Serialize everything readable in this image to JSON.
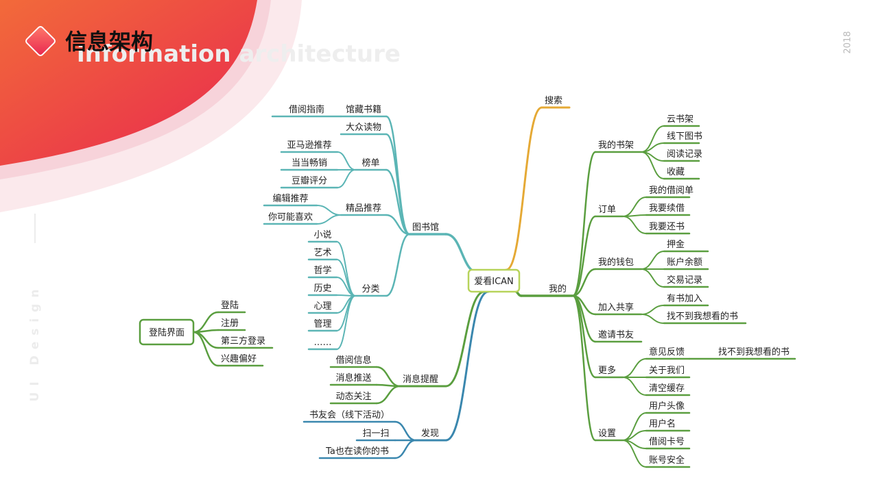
{
  "header": {
    "title": "信息架构",
    "subtitle": "information architecture",
    "year": "2018",
    "side_label": "UI Design"
  },
  "colors": {
    "teal": "#5bb5b5",
    "green": "#5a9e3f",
    "orange": "#e5a935",
    "blue": "#3a87ae",
    "banner_start": "#f0613a",
    "banner_end": "#e8264f"
  },
  "mindmap": {
    "center": "爱看ICAN",
    "login": {
      "root": "登陆界面",
      "items": [
        "登陆",
        "注册",
        "第三方登录",
        "兴趣偏好"
      ]
    },
    "search": "搜索",
    "library": {
      "label": "图书馆",
      "collection": {
        "label": "馆藏书籍",
        "items": [
          "借阅指南"
        ]
      },
      "popular": "大众读物",
      "ranking": {
        "label": "榜单",
        "items": [
          "亚马逊推荐",
          "当当畅销",
          "豆瓣评分"
        ]
      },
      "featured": {
        "label": "精品推荐",
        "items": [
          "编辑推荐",
          "你可能喜欢"
        ]
      },
      "category": {
        "label": "分类",
        "items": [
          "小说",
          "艺术",
          "哲学",
          "历史",
          "心理",
          "管理",
          "……"
        ]
      }
    },
    "messages": {
      "label": "消息提醒",
      "items": [
        "借阅信息",
        "消息推送",
        "动态关注"
      ]
    },
    "discover": {
      "label": "发现",
      "items": [
        "书友会（线下活动）",
        "扫一扫",
        "Ta也在读你的书"
      ]
    },
    "mine": {
      "label": "我的",
      "shelf": {
        "label": "我的书架",
        "items": [
          "云书架",
          "线下图书",
          "阅读记录",
          "收藏"
        ]
      },
      "orders": {
        "label": "订单",
        "items": [
          "我的借阅单",
          "我要续借",
          "我要还书"
        ]
      },
      "wallet": {
        "label": "我的钱包",
        "items": [
          "押金",
          "账户余额",
          "交易记录"
        ]
      },
      "share": {
        "label": "加入共享",
        "items": [
          "有书加入",
          "找不到我想看的书"
        ]
      },
      "invite": "邀请书友",
      "more": {
        "label": "更多",
        "items": [
          "意见反馈",
          "关于我们",
          "清空缓存"
        ],
        "feedback_child": "找不到我想看的书"
      },
      "settings": {
        "label": "设置",
        "items": [
          "用户头像",
          "用户名",
          "借阅卡号",
          "账号安全"
        ]
      }
    }
  }
}
